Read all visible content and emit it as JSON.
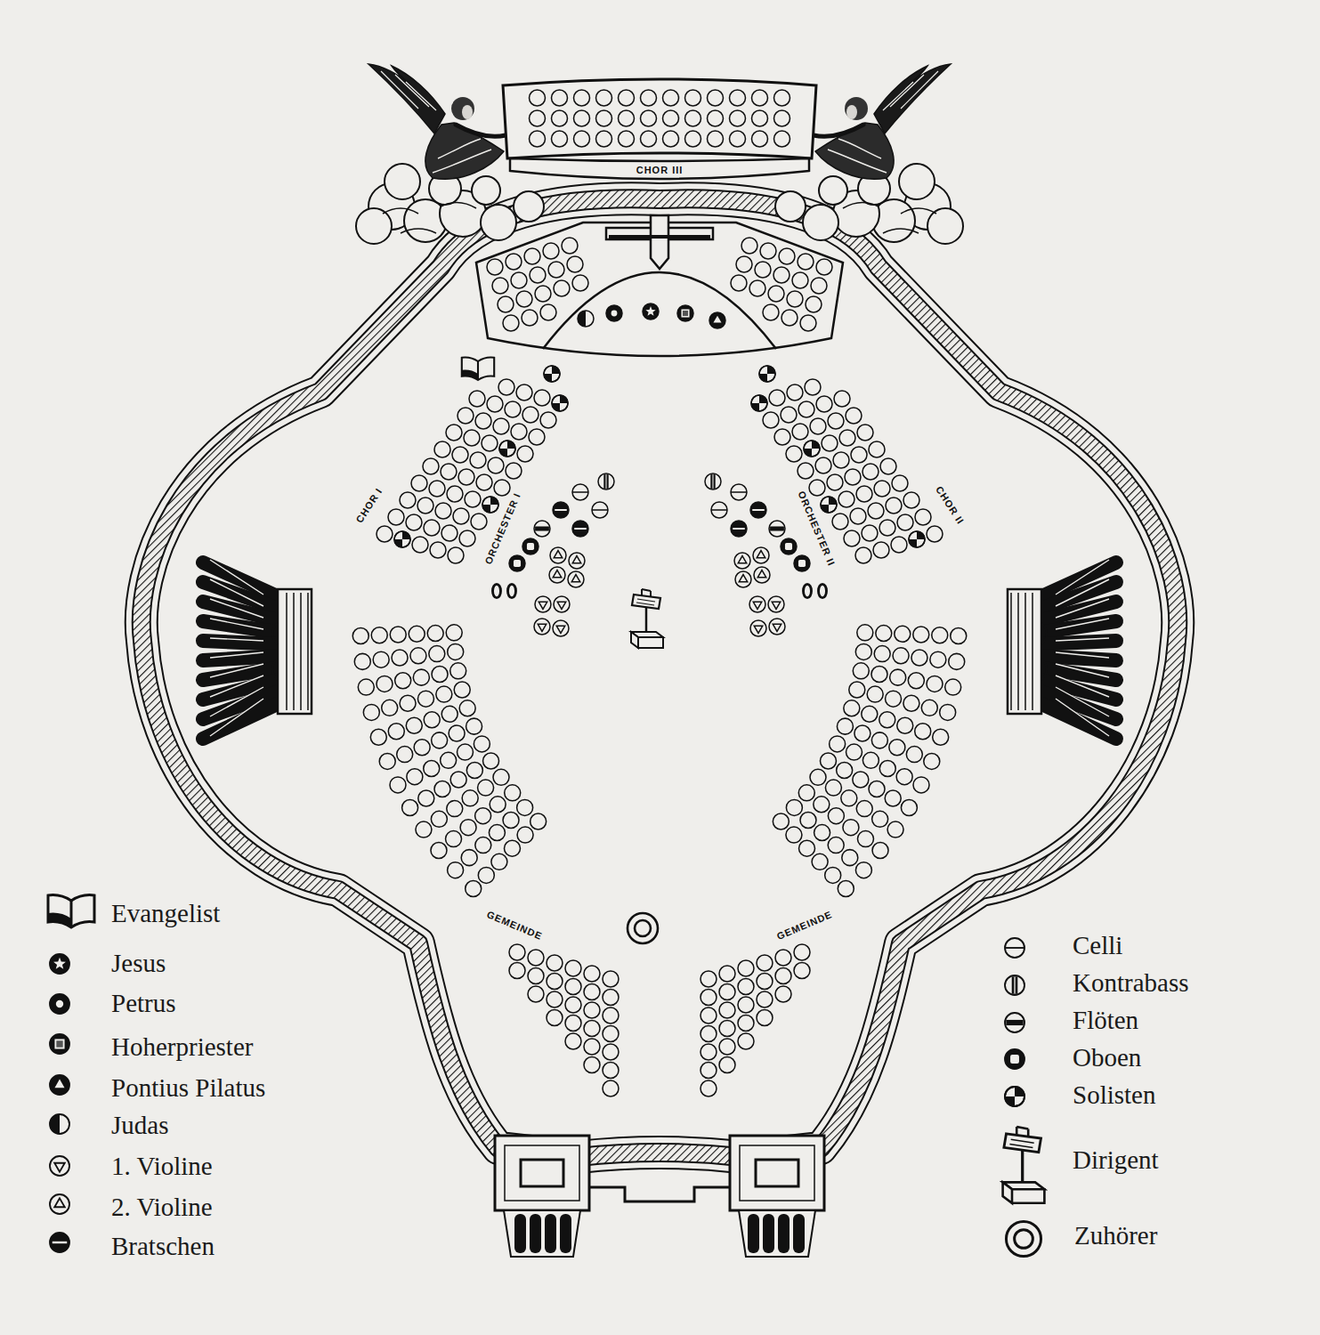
{
  "diagram": {
    "nodes": [
      {
        "text": [
          "CHOR III"
        ]
      }
    ],
    "labels": [
      "CHOR I",
      "ORCHESTER I",
      "ORCHESTER II",
      "CHOR II",
      "GEMEINDE",
      "GEMEINDE"
    ],
    "legend": [
      {
        "text": "Evangelist"
      },
      {
        "text": "Jesus"
      },
      {
        "text": "Petrus"
      },
      {
        "text": "Hoherpriester"
      },
      {
        "text": "Pontius Pilatus"
      },
      {
        "text": "Judas"
      },
      {
        "text": "1. Violine"
      },
      {
        "text": "2. Violine"
      },
      {
        "text": "Bratschen"
      },
      {
        "text": "Celli"
      },
      {
        "text": "Kontrabass"
      },
      {
        "text": "Flöten"
      },
      {
        "text": "Oboen"
      },
      {
        "text": "Solisten"
      },
      {
        "text": "Dirigent"
      },
      {
        "text": "Zuhörer"
      }
    ]
  }
}
